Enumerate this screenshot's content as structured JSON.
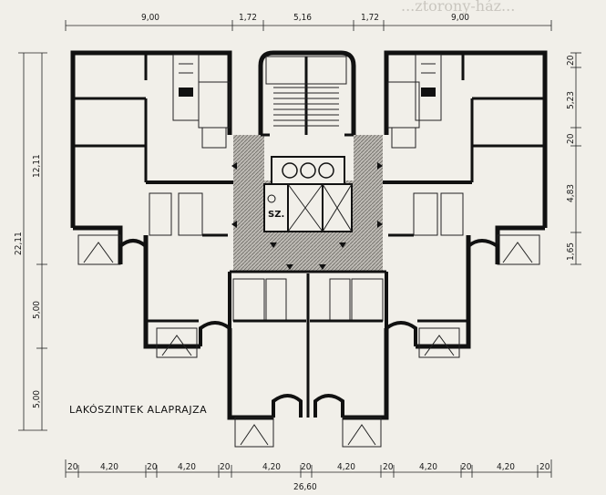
{
  "caption": "LAKÓSZINTEK ALAPRAJZA",
  "room_label": "SZ.",
  "top_dimensions": [
    "9,00",
    "1,72",
    "5,16",
    "1,72",
    "9,00"
  ],
  "bottom_dimensions": [
    "20",
    "4,20",
    "20",
    "4,20",
    "20",
    "4,20",
    "20",
    "4,20",
    "20",
    "4,20",
    "20",
    "4,20",
    "20"
  ],
  "bottom_total": "26,60",
  "left_dimensions": [
    "12,11",
    "22,11",
    "5,00",
    "5,00"
  ],
  "right_dimensions": [
    "20",
    "5,23",
    "20",
    "4,83",
    "1,65"
  ],
  "background_text": "...ztorony-ház..."
}
